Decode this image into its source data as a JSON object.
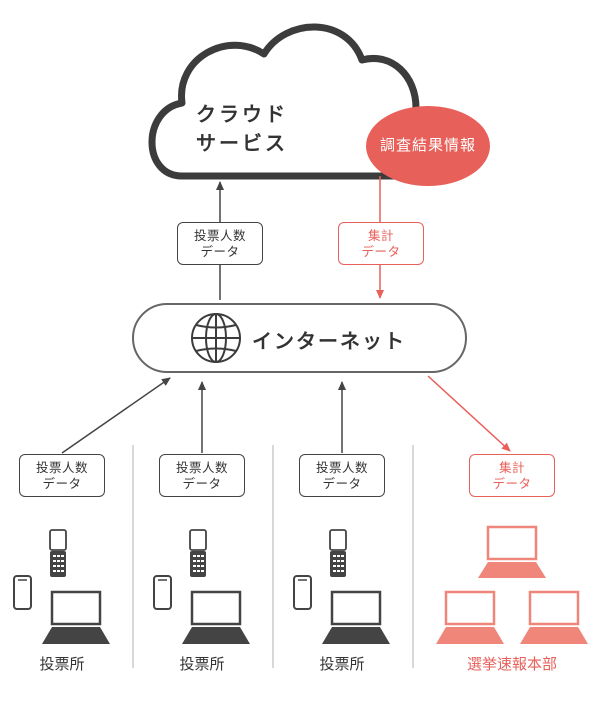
{
  "cloud": {
    "line1": "クラウド",
    "line2": "サービス"
  },
  "results_bubble": "調査結果情報",
  "internet": "インターネット",
  "upload_label": {
    "line1": "投票人数",
    "line2": "データ"
  },
  "aggregate_label": {
    "line1": "集計",
    "line2": "データ"
  },
  "polling_stations": [
    {
      "label": {
        "line1": "投票人数",
        "line2": "データ"
      },
      "name": "投票所"
    },
    {
      "label": {
        "line1": "投票人数",
        "line2": "データ"
      },
      "name": "投票所"
    },
    {
      "label": {
        "line1": "投票人数",
        "line2": "データ"
      },
      "name": "投票所"
    }
  ],
  "hq": {
    "label": {
      "line1": "集計",
      "line2": "データ"
    },
    "name": "選挙速報本部"
  },
  "colors": {
    "dark": "#3c3c3c",
    "accent": "#e8605a",
    "line": "#444444"
  }
}
